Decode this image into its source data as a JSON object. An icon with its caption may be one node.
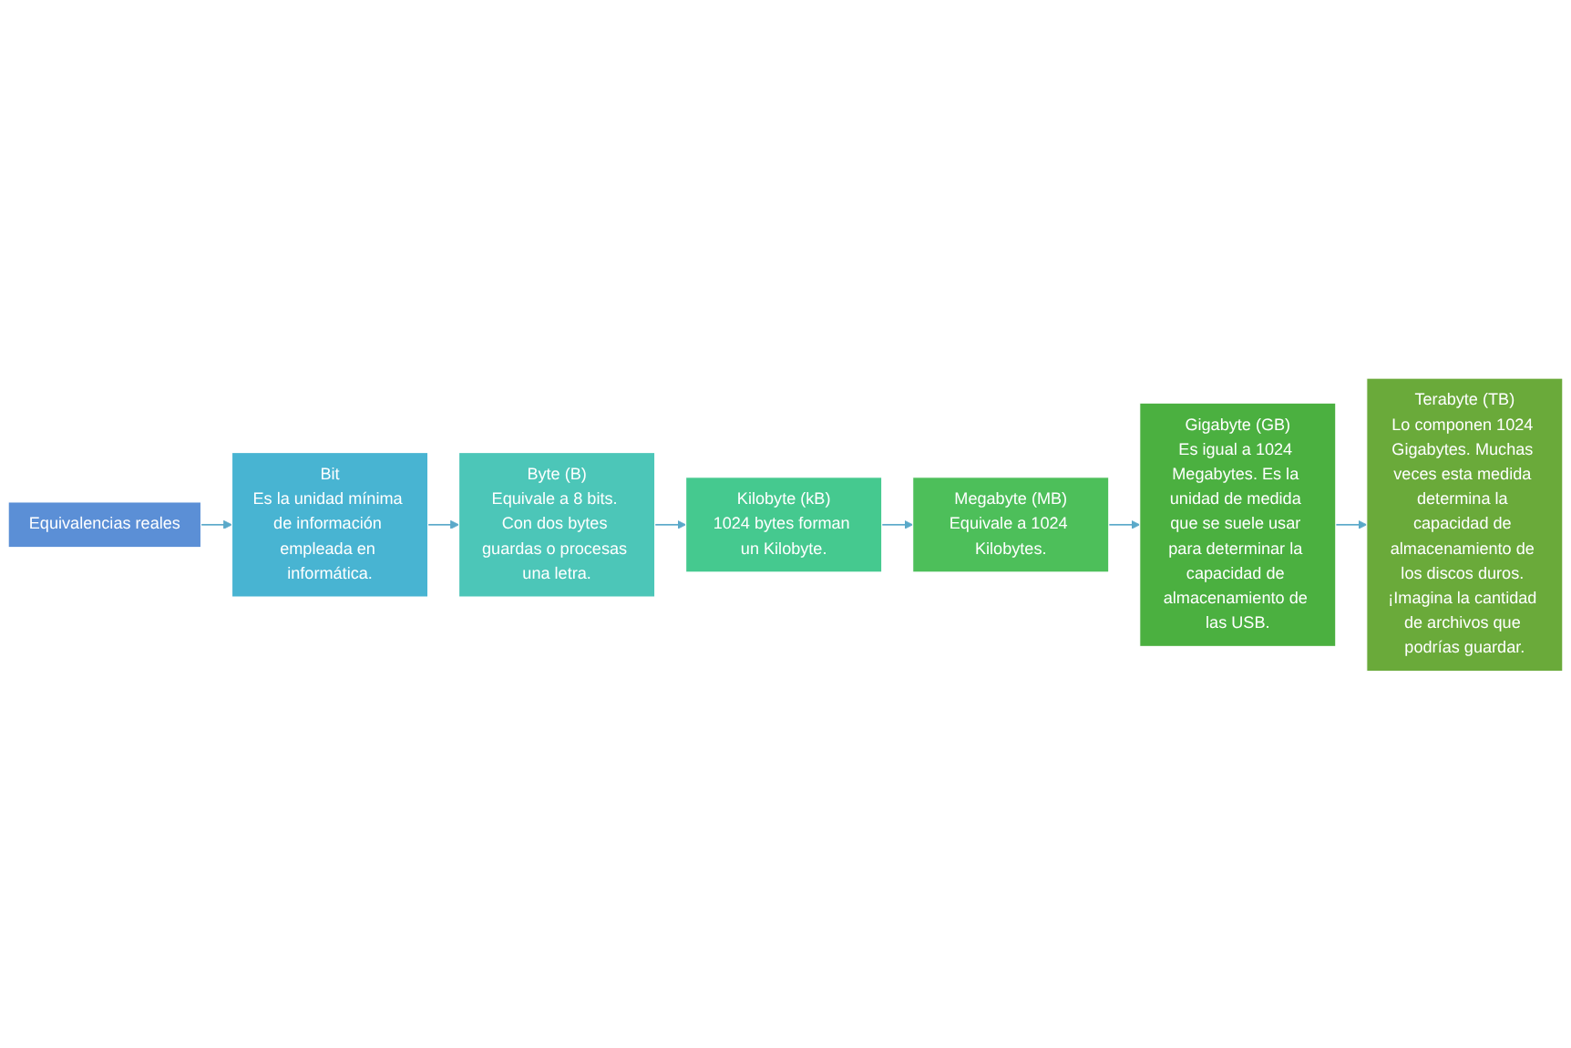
{
  "diagram": {
    "nodes": [
      {
        "text": [
          "Equivalencias reales"
        ]
      },
      {
        "text": [
          "Bit",
          "Es la unidad mínima de información empleada en informática."
        ]
      },
      {
        "text": [
          "Byte (B)",
          "Equivale a 8 bits. Con dos bytes guardas o procesas una letra."
        ]
      },
      {
        "text": [
          "Kilobyte (kB)",
          "1024 bytes forman un Kilobyte."
        ]
      },
      {
        "text": [
          "Megabyte (MB)",
          "Equivale a 1024 Kilobytes."
        ]
      },
      {
        "text": [
          "Gigabyte (GB)",
          "Es igual a 1024 Megabytes. Es la unidad de medida que se suele usar para determinar la capacidad de almacenamiento de las USB."
        ]
      },
      {
        "text": [
          "Terabyte (TB)",
          "Lo componen 1024 Gigabytes. Muchas veces esta medida determina la capacidad de almacenamiento de los discos duros. ¡Imagina la cantidad de archivos que podrías guardar."
        ]
      }
    ],
    "edges": [
      {
        "from": 0,
        "to": 1,
        "arrow": "to"
      },
      {
        "from": 1,
        "to": 2,
        "arrow": "to"
      },
      {
        "from": 2,
        "to": 3,
        "arrow": "to"
      },
      {
        "from": 3,
        "to": 4,
        "arrow": "to"
      },
      {
        "from": 4,
        "to": 5,
        "arrow": "to"
      },
      {
        "from": 5,
        "to": 6,
        "arrow": "to"
      }
    ]
  }
}
